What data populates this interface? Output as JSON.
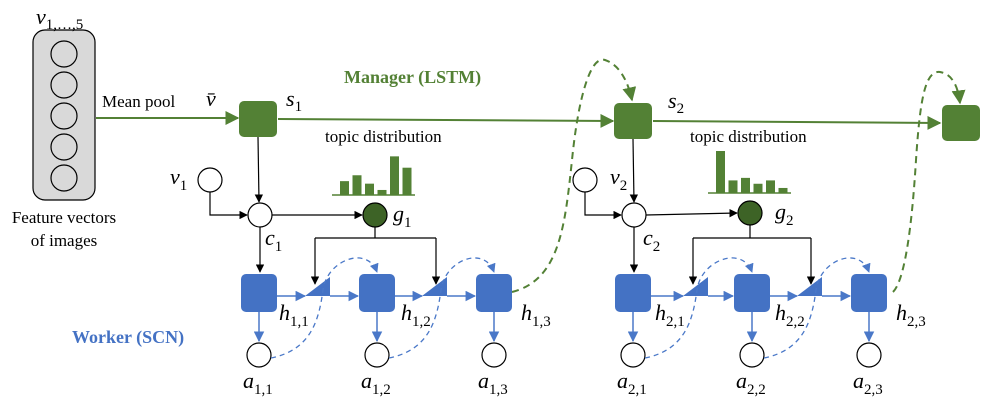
{
  "colors": {
    "green": "#538135",
    "green_dark": "#3d6326",
    "blue": "#4472c4",
    "blue_line": "#4a78c8",
    "feature_box": "#d9d9d9"
  },
  "feature": {
    "v_label": "v",
    "v_sub": "1,…,5",
    "caption_line1": "Feature vectors",
    "caption_line2": "of images"
  },
  "manager": {
    "title": "Manager (LSTM)",
    "mean_pool": "Mean pool",
    "vbar": "v̄",
    "s1": "s",
    "s1_sub": "1",
    "s2": "s",
    "s2_sub": "2"
  },
  "worker": {
    "title": "Worker  (SCN)"
  },
  "groups": [
    {
      "topic_label": "topic distribution",
      "bars": [
        0.33,
        0.47,
        0.27,
        0.12,
        0.92,
        0.65
      ],
      "v": "v",
      "v_sub": "1",
      "c": "c",
      "c_sub": "1",
      "g": "g",
      "g_sub": "1",
      "h": [
        "h",
        "h",
        "h"
      ],
      "h_sub": [
        "1,1",
        "1,2",
        "1,3"
      ],
      "a": [
        "a",
        "a",
        "a"
      ],
      "a_sub": [
        "1,1",
        "1,2",
        "1,3"
      ]
    },
    {
      "topic_label": "topic distribution",
      "bars": [
        1.0,
        0.3,
        0.36,
        0.22,
        0.3,
        0.12
      ],
      "v": "v",
      "v_sub": "2",
      "c": "c",
      "c_sub": "2",
      "g": "g",
      "g_sub": "2",
      "h": [
        "h",
        "h",
        "h"
      ],
      "h_sub": [
        "2,1",
        "2,2",
        "2,3"
      ],
      "a": [
        "a",
        "a",
        "a"
      ],
      "a_sub": [
        "2,1",
        "2,2",
        "2,3"
      ]
    }
  ]
}
